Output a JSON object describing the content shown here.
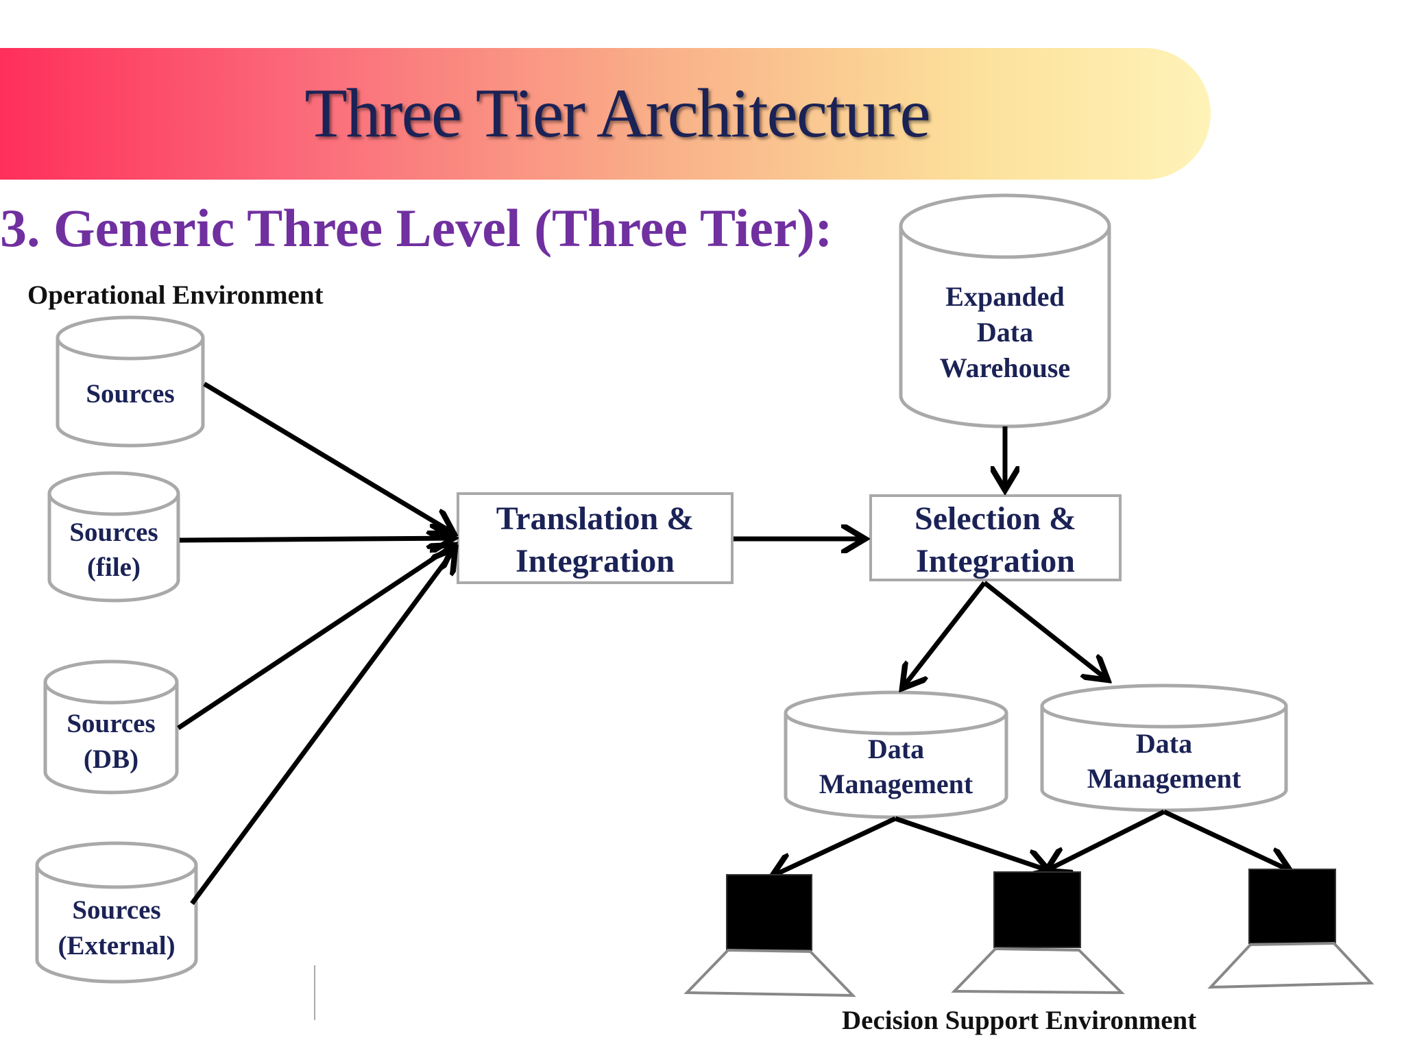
{
  "slide": {
    "title": "Three Tier Architecture",
    "subtitle": "3. Generic Three Level (Three Tier):"
  },
  "labels": {
    "operational_env": "Operational Environment",
    "decision_env": "Decision Support Environment"
  },
  "sources": [
    {
      "line1": "Sources",
      "line2": ""
    },
    {
      "line1": "Sources",
      "line2": "(file)"
    },
    {
      "line1": "Sources",
      "line2": "(DB)"
    },
    {
      "line1": "Sources",
      "line2": "(External)"
    }
  ],
  "process_boxes": {
    "translation": {
      "line1": "Translation &",
      "line2": "Integration"
    },
    "selection": {
      "line1": "Selection &",
      "line2": "Integration"
    }
  },
  "warehouse": {
    "line1": "Expanded",
    "line2": "Data",
    "line3": "Warehouse"
  },
  "data_management": [
    {
      "line1": "Data",
      "line2": "Management"
    },
    {
      "line1": "Data",
      "line2": "Management"
    }
  ],
  "colors": {
    "title_text": "#1b2256",
    "subtitle_text": "#7030a0",
    "diagram_text": "#1b2256",
    "banner_start": "#ff2f5b",
    "banner_end": "#fff3b8"
  },
  "icons": [
    "computer-terminal-icon"
  ]
}
